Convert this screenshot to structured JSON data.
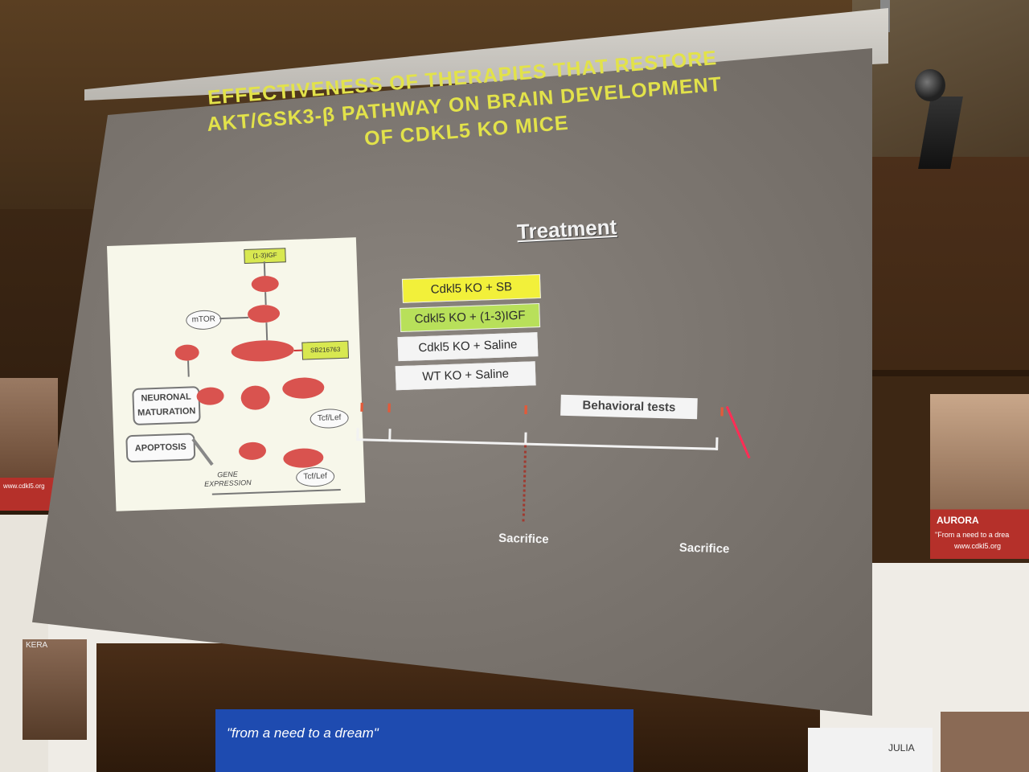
{
  "slide": {
    "title_lines": [
      "EFFECTIVENESS OF THERAPIES THAT RESTORE",
      "AKT/GSK3-β PATHWAY ON BRAIN DEVELOPMENT",
      "OF CDKL5 KO MICE"
    ],
    "treatment_heading": "Treatment",
    "groups": [
      "Cdkl5 KO + SB",
      "Cdkl5 KO + (1-3)IGF",
      "Cdkl5 KO + Saline",
      "WT KO + Saline"
    ],
    "group_colors": [
      "#f2f03a",
      "#b8e05a",
      "#f4f4f4",
      "#f4f4f4"
    ],
    "timeline": {
      "behavioral_tests": "Behavioral tests",
      "sacrifice_1": "Sacrifice",
      "sacrifice_2": "Sacrifice"
    },
    "diagram": {
      "mtor": "mTOR",
      "neuronal_maturation": "NEURONAL MATURATION",
      "apoptosis": "APOPTOSIS",
      "gene_expression": "GENE EXPRESSION",
      "tcf_lef_1": "Tcf/Lef",
      "tcf_lef_2": "Tcf/Lef",
      "igf_box": "(1-3)IGF",
      "sb_box": "SB216763"
    }
  },
  "posters": {
    "aurora_name": "AURORA",
    "aurora_slogan": "\"From a need to a drea",
    "aurora_url": "www.cdkl5.org",
    "kera_name": "KERA",
    "blue_slogan": "\"from a need to a dream\"",
    "julia_name": "JULIA"
  }
}
